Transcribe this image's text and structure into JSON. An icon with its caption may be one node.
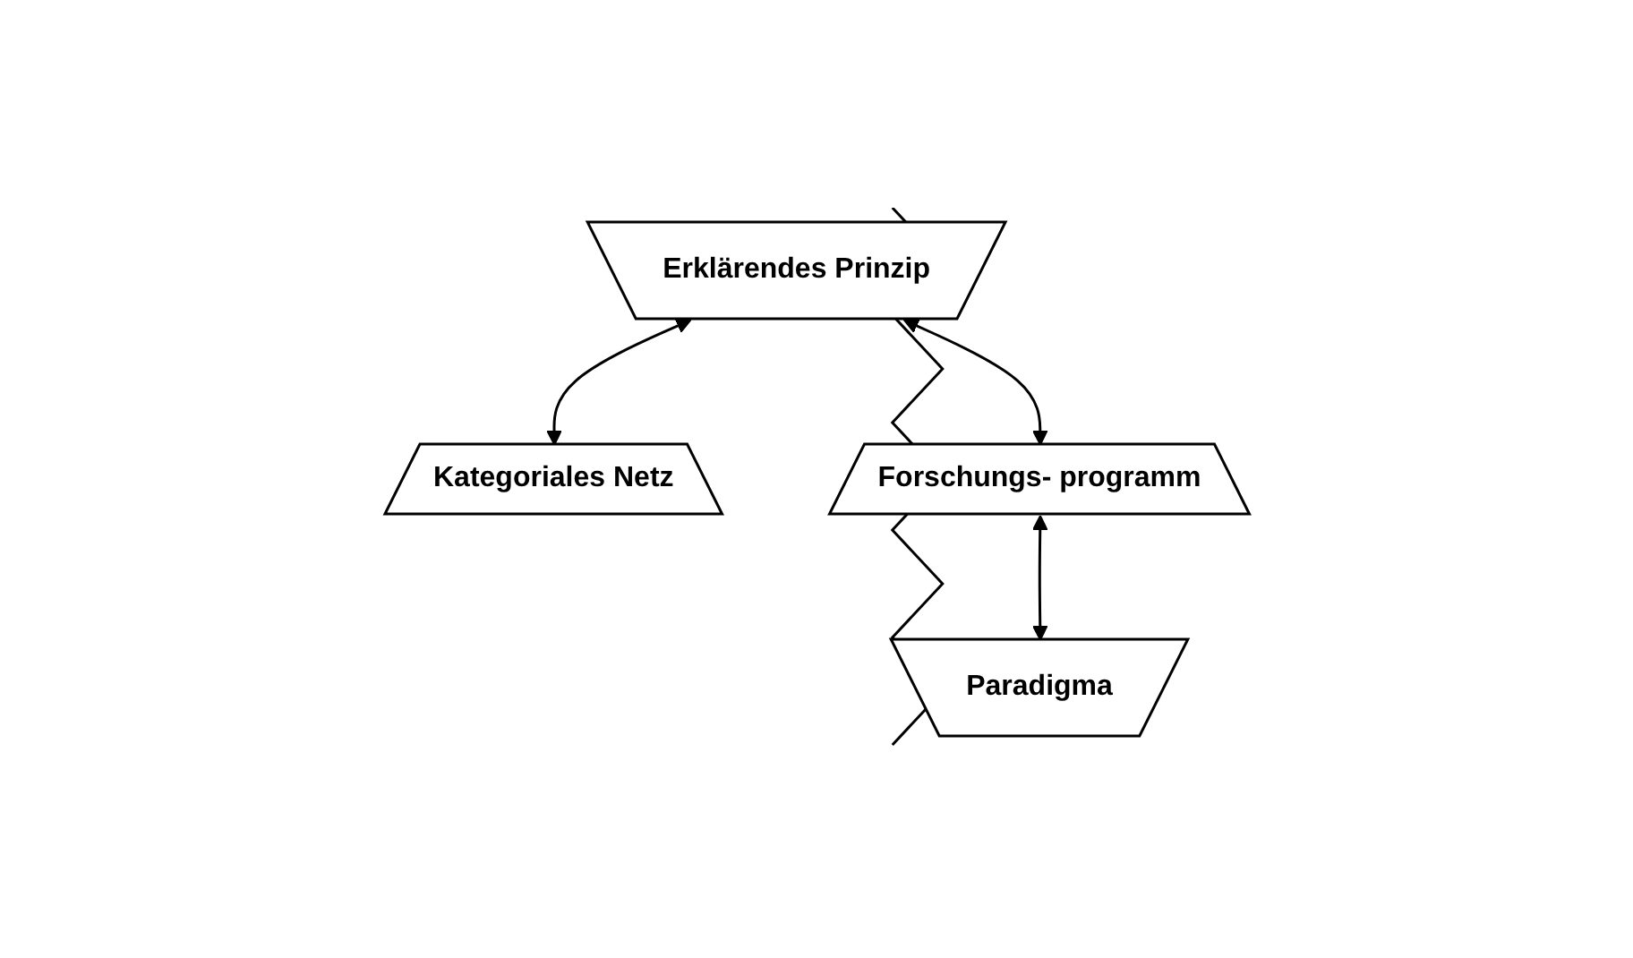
{
  "diagram": {
    "nodes": [
      {
        "text": [
          "Erklärendes Prinzip"
        ]
      },
      {
        "text": [
          "Kategoriales Netz"
        ]
      },
      {
        "text": [
          "Forschungs- programm"
        ]
      },
      {
        "text": [
          "Paradigma"
        ]
      }
    ],
    "edges": [
      {
        "from": 0,
        "to": 1,
        "arrow": "both"
      },
      {
        "from": 2,
        "to": 3,
        "arrow": "both"
      },
      {
        "from": 0,
        "to": 2,
        "arrow": "both"
      }
    ]
  }
}
